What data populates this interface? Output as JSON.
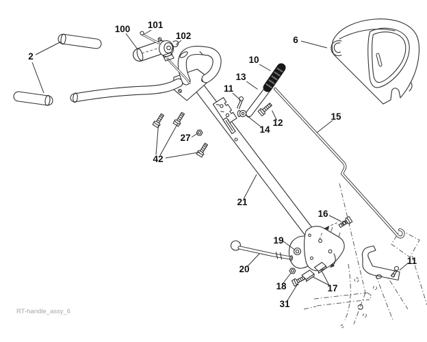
{
  "diagram": {
    "footer_label": "RT-handle_assy_6",
    "colors": {
      "paper": "#ffffff",
      "line": "#2e2e2e",
      "label": "#0f0f0f",
      "footer": "#a6a6a6",
      "grip": "#181818",
      "rib": "#6f6f6f"
    },
    "parts": [
      {
        "ref": "2",
        "name": "handle-grips"
      },
      {
        "ref": "100",
        "name": "throttle-control"
      },
      {
        "ref": "101",
        "name": "throttle-lever-wire"
      },
      {
        "ref": "102",
        "name": "cable-clip"
      },
      {
        "ref": "6",
        "name": "belt-cover"
      },
      {
        "ref": "10",
        "name": "lever-grip"
      },
      {
        "ref": "13",
        "name": "depth-lever"
      },
      {
        "ref": "11",
        "name": "cotter-pin-upper"
      },
      {
        "ref": "12",
        "name": "hex-bolt-lever"
      },
      {
        "ref": "14",
        "name": "washer-bushing"
      },
      {
        "ref": "15",
        "name": "control-rod"
      },
      {
        "ref": "27",
        "name": "lock-nut"
      },
      {
        "ref": "42",
        "name": "carriage-bolts"
      },
      {
        "ref": "21",
        "name": "handle-tube"
      },
      {
        "ref": "16",
        "name": "hex-bolt-bracket"
      },
      {
        "ref": "19",
        "name": "flat-washer"
      },
      {
        "ref": "20",
        "name": "shift-lever"
      },
      {
        "ref": "18",
        "name": "hex-nut"
      },
      {
        "ref": "31",
        "name": "hex-bolt-lower"
      },
      {
        "ref": "17",
        "name": "wedge-keys"
      },
      {
        "ref": "11",
        "name": "cotter-pin-lower"
      }
    ]
  }
}
